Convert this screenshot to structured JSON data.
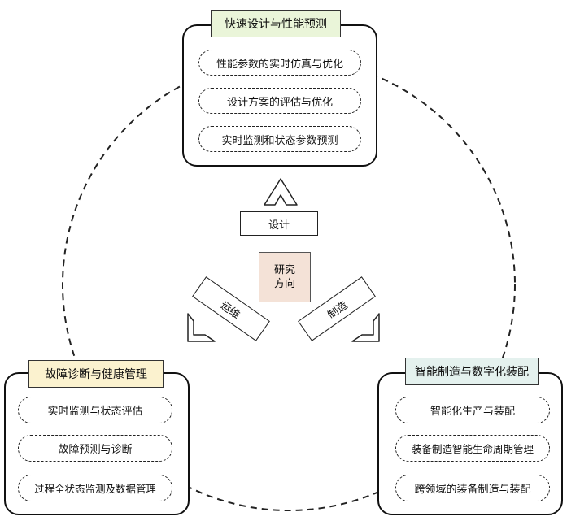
{
  "center": {
    "line1": "研究",
    "line2": "方向"
  },
  "arrows": {
    "top": {
      "label": "设计"
    },
    "left": {
      "label": "运维"
    },
    "right": {
      "label": "制造"
    }
  },
  "panels": {
    "top": {
      "title": "快速设计与性能预测",
      "title_color": "#eaf5d9",
      "items": [
        "性能参数的实时仿真与优化",
        "设计方案的评估与优化",
        "实时监测和状态参数预测"
      ]
    },
    "left": {
      "title": "故障诊断与健康管理",
      "title_color": "#fbf2cf",
      "items": [
        "实时监测与状态评估",
        "故障预测与诊断",
        "过程全状态监测及数据管理"
      ]
    },
    "right": {
      "title": "智能制造与数字化装配",
      "title_color": "#e4f1ee",
      "items": [
        "智能化生产与装配",
        "装备制造智能生命周期管理",
        "跨领域的装备制造与装配"
      ]
    }
  }
}
